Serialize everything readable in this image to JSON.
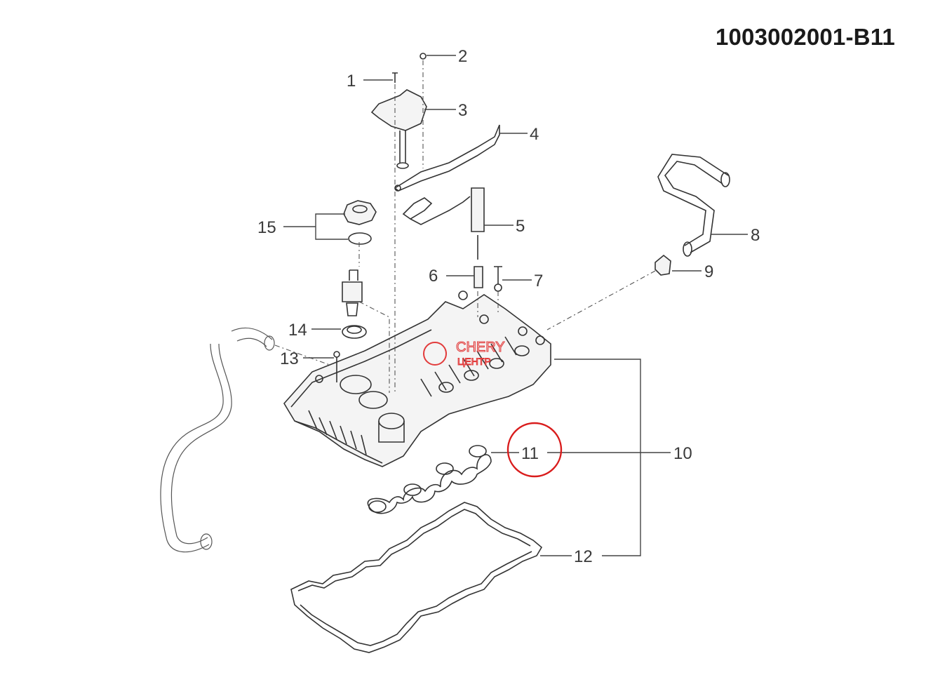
{
  "document": {
    "part_number": "1003002001-B11"
  },
  "callouts": [
    {
      "id": "1",
      "label": "1"
    },
    {
      "id": "2",
      "label": "2"
    },
    {
      "id": "3",
      "label": "3"
    },
    {
      "id": "4",
      "label": "4"
    },
    {
      "id": "5",
      "label": "5"
    },
    {
      "id": "6",
      "label": "6"
    },
    {
      "id": "7",
      "label": "7"
    },
    {
      "id": "8",
      "label": "8"
    },
    {
      "id": "9",
      "label": "9"
    },
    {
      "id": "10",
      "label": "10"
    },
    {
      "id": "11",
      "label": "11",
      "highlighted": true
    },
    {
      "id": "12",
      "label": "12"
    },
    {
      "id": "13",
      "label": "13"
    },
    {
      "id": "14",
      "label": "14"
    },
    {
      "id": "15",
      "label": "15"
    }
  ],
  "watermark": {
    "brand": "CHERY",
    "subtitle": "ЦЕНТР",
    "color": "#e23b3b"
  },
  "colors": {
    "highlight_circle": "#d91c1c",
    "line_art": "#333333"
  }
}
